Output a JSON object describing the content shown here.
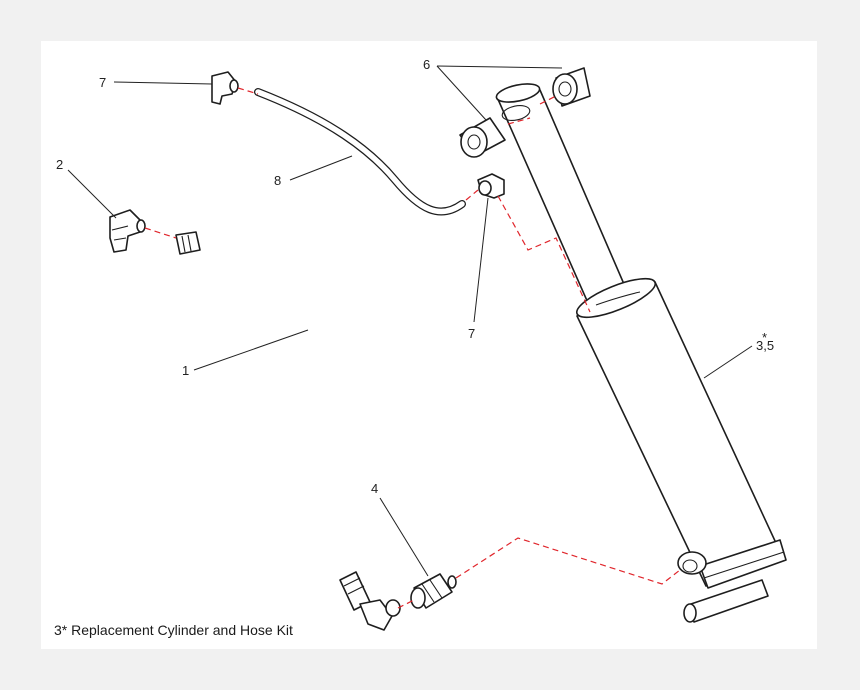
{
  "callouts": {
    "c7_top": "7",
    "c2": "2",
    "c8": "8",
    "c1": "1",
    "c4": "4",
    "c6": "6",
    "c7_mid": "7",
    "c35_star": "*",
    "c35": "3,5"
  },
  "caption": "3* Replacement Cylinder and Hose Kit",
  "colors": {
    "dash": "#e0262c",
    "line": "#1e1e1e",
    "frame": "#ffffff",
    "background": "#f1f1f1"
  }
}
